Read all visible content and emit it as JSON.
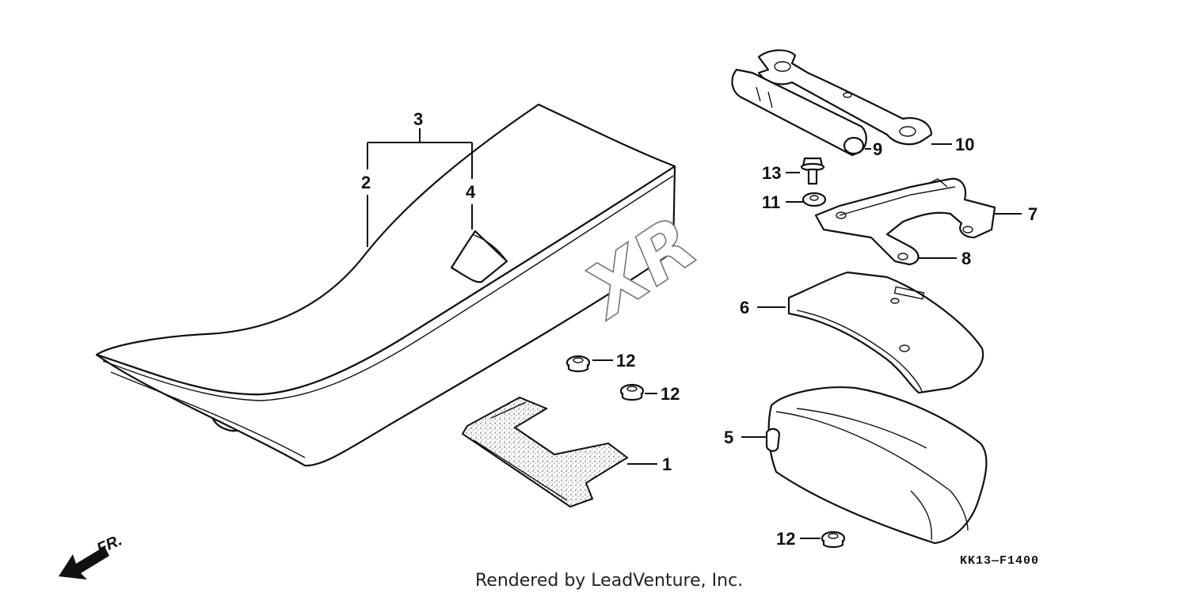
{
  "diagram": {
    "callouts": [
      {
        "id": "p1",
        "label": "1"
      },
      {
        "id": "p2",
        "label": "2"
      },
      {
        "id": "p3",
        "label": "3"
      },
      {
        "id": "p4",
        "label": "4"
      },
      {
        "id": "p5",
        "label": "5"
      },
      {
        "id": "p6",
        "label": "6"
      },
      {
        "id": "p7",
        "label": "7"
      },
      {
        "id": "p8",
        "label": "8"
      },
      {
        "id": "p9",
        "label": "9"
      },
      {
        "id": "p10",
        "label": "10"
      },
      {
        "id": "p11",
        "label": "11"
      },
      {
        "id": "p12a",
        "label": "12"
      },
      {
        "id": "p12b",
        "label": "12"
      },
      {
        "id": "p12c",
        "label": "12"
      },
      {
        "id": "p13",
        "label": "13"
      }
    ],
    "seat_logo": "XR",
    "direction_label": "FR.",
    "ref_code": "KK13—F1400",
    "credit": "Rendered by LeadVenture, Inc."
  }
}
